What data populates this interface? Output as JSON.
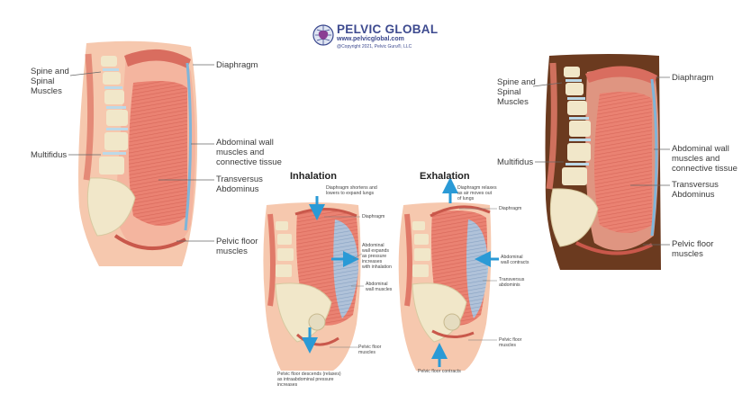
{
  "logo": {
    "title": "PELVIC GLOBAL",
    "url": "www.pelvicglobal.com",
    "copyright": "@Copyright 2021, Pelvic Guru®, LLC",
    "icon": "globe-pelvis-icon"
  },
  "left_figure": {
    "labels": {
      "spine": "Spine and\nSpinal\nMuscles",
      "multifidus": "Multifidus",
      "diaphragm": "Diaphragm",
      "abdominal_wall": "Abdominal wall\nmuscles and\nconnective tissue",
      "transversus": "Transversus\nAbdominus",
      "pelvic_floor": "Pelvic floor\nmuscles"
    }
  },
  "right_figure": {
    "labels": {
      "spine": "Spine and\nSpinal\nMuscles",
      "multifidus": "Multifidus",
      "diaphragm": "Diaphragm",
      "abdominal_wall": "Abdominal wall\nmuscles and\nconnective tissue",
      "transversus": "Transversus\nAbdominus",
      "pelvic_floor": "Pelvic floor\nmuscles"
    }
  },
  "inhalation": {
    "title": "Inhalation",
    "diaphragm_note": "Diaphragm shortens and\nlowers to expand lungs",
    "diaphragm": "Diaphragm",
    "abdominal_note": "Abdominal\nwall expands\nas pressure\nincreases\nwith inhalation",
    "abdominal_muscles": "Abdominal\nwall muscles",
    "pelvic_floor": "Pelvic floor\nmuscles",
    "pelvic_note": "Pelvic floor descends (relaxes)\nas intraabdominal pressure\nincreases"
  },
  "exhalation": {
    "title": "Exhalation",
    "diaphragm_note": "Diaphragm relaxes\nas air moves out\nof lungs",
    "diaphragm": "Diaphragm",
    "abdominal_note": "Abdominal\nwall contracts",
    "transversus": "Transversus\nabdominis",
    "pelvic_floor": "Pelvic floor\nmuscles",
    "pelvic_note": "Pelvic floor contracts"
  },
  "colors": {
    "skin": "#f6c8ae",
    "skin_dark": "#6b3a1f",
    "muscle": "#ea8272",
    "muscle_dark": "#c9584b",
    "bone": "#f1e7c9",
    "disc": "#bcd9e8",
    "arrow": "#2a9ad6",
    "fascia": "#7fb5d9"
  }
}
